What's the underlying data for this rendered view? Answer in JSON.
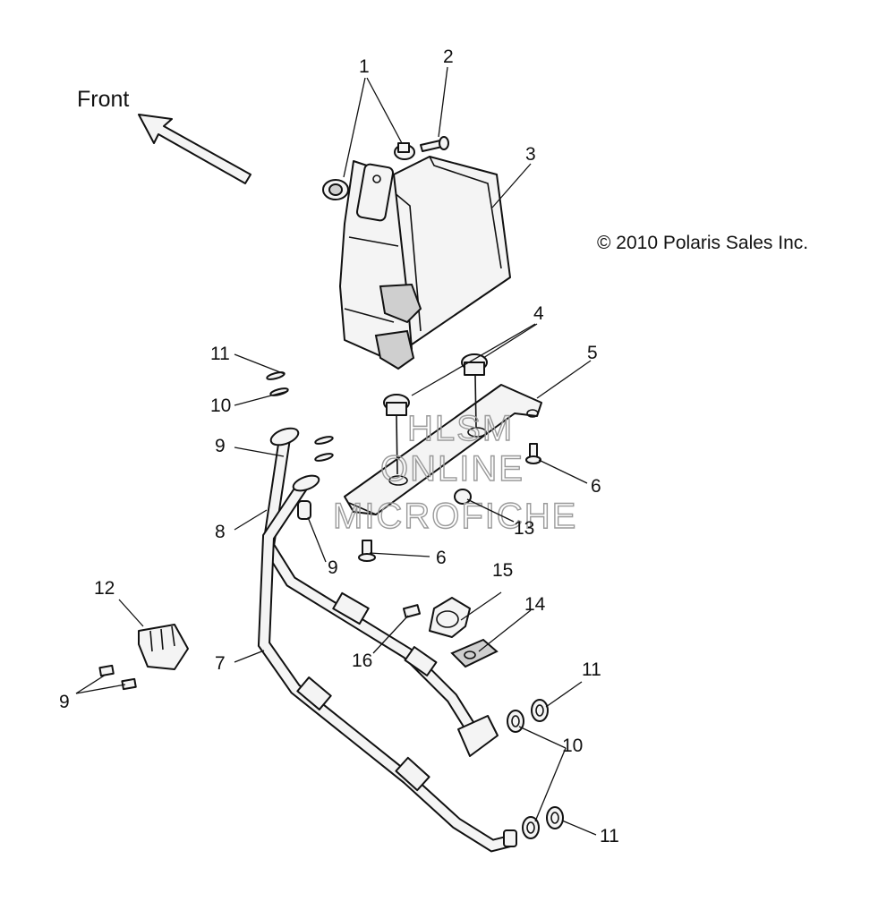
{
  "front_label": "Front",
  "copyright": "© 2010 Polaris Sales Inc.",
  "watermark": {
    "line1": "HLSM",
    "line2": "ONLINE",
    "line3": "MICROFICHE"
  },
  "callouts": {
    "c1": "1",
    "c2": "2",
    "c3": "3",
    "c4": "4",
    "c5": "5",
    "c6a": "6",
    "c6b": "6",
    "c7": "7",
    "c8": "8",
    "c9a": "9",
    "c9b": "9",
    "c9c": "9",
    "c10a": "10",
    "c10b": "10",
    "c11a": "11",
    "c11b": "11",
    "c11c": "11",
    "c12": "12",
    "c13": "13",
    "c14": "14",
    "c15": "15",
    "c16": "16"
  }
}
